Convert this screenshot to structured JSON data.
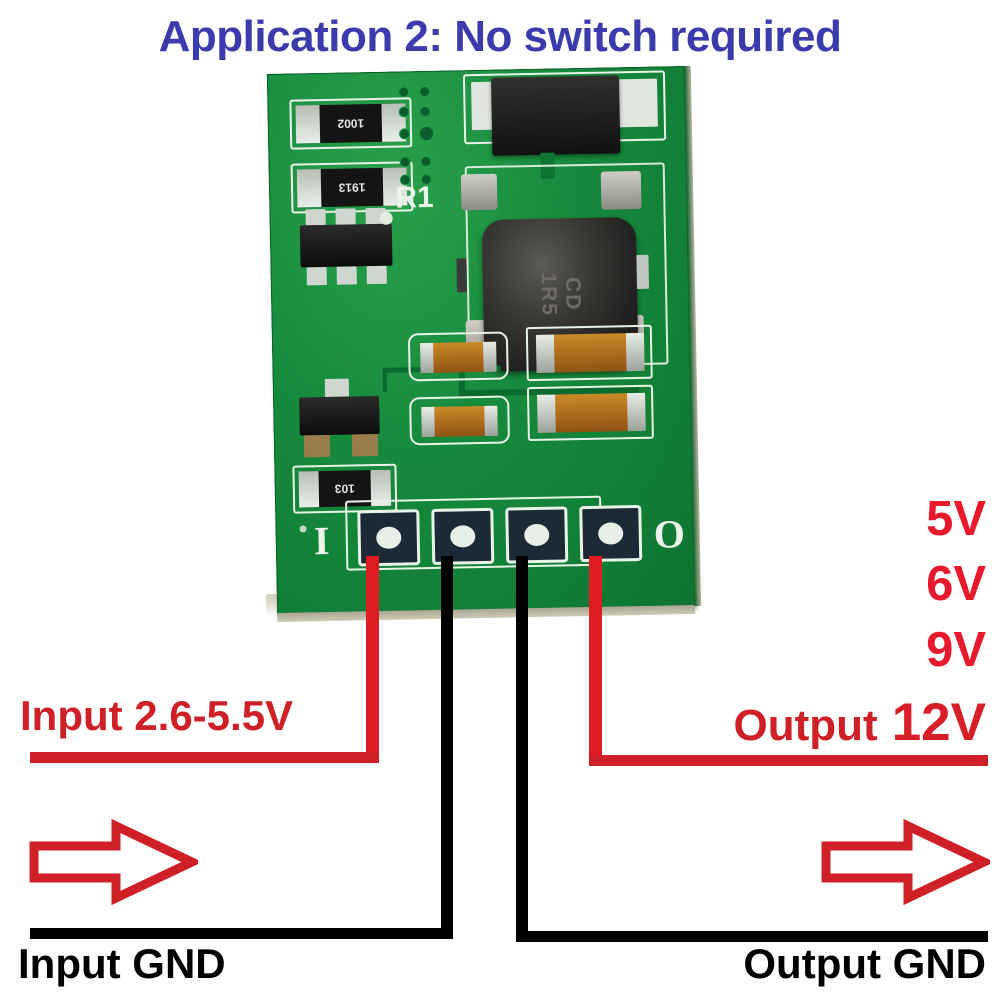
{
  "title": "Application 2: No switch required",
  "colors": {
    "title": "#3b3bae",
    "red_bright": "#e8192c",
    "red_dark": "#cf2027",
    "black": "#000000",
    "pcb_green": "#168a3c",
    "wire_red": "#e01b22"
  },
  "labels": {
    "input_voltage": "Input 2.6-5.5V",
    "input_gnd": "Input GND",
    "output_gnd": "Output GND",
    "output_word": "Output",
    "output_voltage": "12V"
  },
  "output_options": [
    "5V",
    "6V",
    "9V"
  ],
  "pcb": {
    "silkscreen": {
      "input_marker": "I",
      "output_marker": "O",
      "reference_designator": "R1"
    },
    "components": [
      {
        "name": "resistor-1002",
        "marking": "1002"
      },
      {
        "name": "resistor-1913",
        "marking": "1913"
      },
      {
        "name": "resistor-103",
        "marking": "103"
      },
      {
        "name": "ic-sot23-6",
        "marking": ""
      },
      {
        "name": "transistor-sot23",
        "marking": ""
      },
      {
        "name": "mosfet-black",
        "marking": ""
      },
      {
        "name": "inductor",
        "marking": "CD\n1R5"
      },
      {
        "name": "capacitor-mlcc-1",
        "marking": ""
      },
      {
        "name": "capacitor-mlcc-2",
        "marking": ""
      },
      {
        "name": "capacitor-mlcc-3",
        "marking": ""
      },
      {
        "name": "capacitor-mlcc-4",
        "marking": ""
      }
    ],
    "terminals": [
      {
        "index": 1,
        "wire_color": "red",
        "role": "input-positive"
      },
      {
        "index": 2,
        "wire_color": "black",
        "role": "input-ground"
      },
      {
        "index": 3,
        "wire_color": "black",
        "role": "output-ground"
      },
      {
        "index": 4,
        "wire_color": "red",
        "role": "output-positive"
      }
    ]
  },
  "arrows": [
    {
      "name": "input-flow-arrow",
      "direction": "right",
      "color": "#cf2027"
    },
    {
      "name": "output-flow-arrow",
      "direction": "right",
      "color": "#cf2027"
    }
  ]
}
